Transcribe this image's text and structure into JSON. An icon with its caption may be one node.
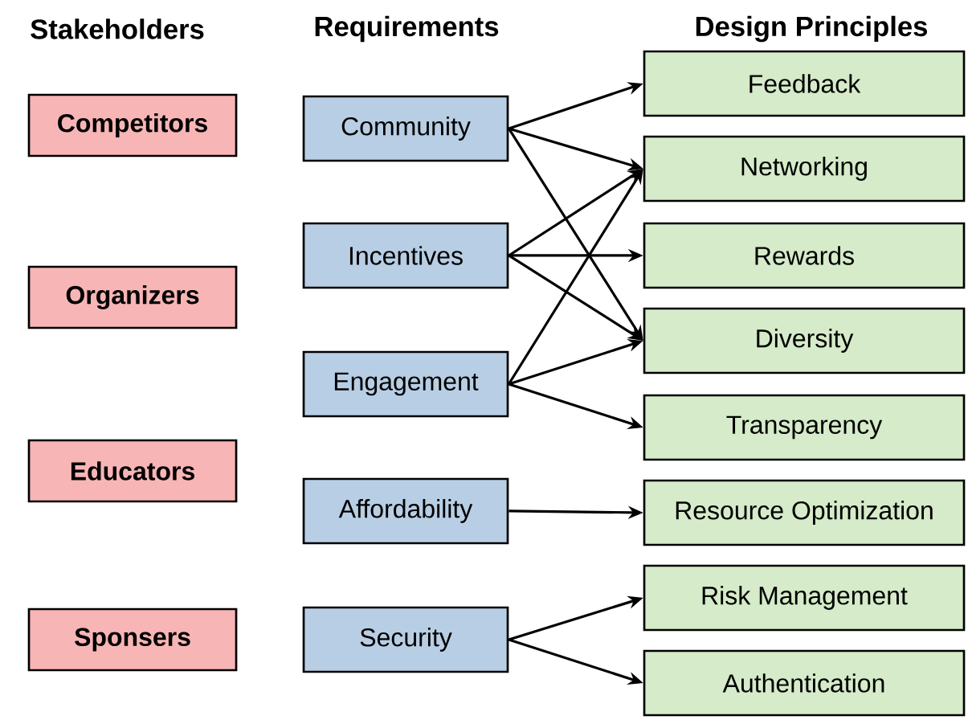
{
  "diagram": {
    "nodes": [
      {
        "text": [
          "Competitors"
        ]
      },
      {
        "text": [
          "Organizers"
        ]
      },
      {
        "text": [
          "Educators"
        ]
      },
      {
        "text": [
          "Sponsers"
        ]
      },
      {
        "text": [
          "Community"
        ]
      },
      {
        "text": [
          "Incentives"
        ]
      },
      {
        "text": [
          "Engagement"
        ]
      },
      {
        "text": [
          "Affordability"
        ]
      },
      {
        "text": [
          "Security"
        ]
      },
      {
        "text": [
          "Feedback"
        ]
      },
      {
        "text": [
          "Networking"
        ]
      },
      {
        "text": [
          "Rewards"
        ]
      },
      {
        "text": [
          "Diversity"
        ]
      },
      {
        "text": [
          "Transparency"
        ]
      },
      {
        "text": [
          "Resource Optimization"
        ]
      },
      {
        "text": [
          "Risk Management"
        ]
      },
      {
        "text": [
          "Authentication"
        ]
      }
    ],
    "edges": [
      {
        "from": 4,
        "to": 9,
        "arrow": "to"
      },
      {
        "from": 4,
        "to": 10,
        "arrow": "to"
      },
      {
        "from": 4,
        "to": 12,
        "arrow": "to"
      },
      {
        "from": 5,
        "to": 10,
        "arrow": "to"
      },
      {
        "from": 5,
        "to": 11,
        "arrow": "to"
      },
      {
        "from": 5,
        "to": 12,
        "arrow": "to"
      },
      {
        "from": 6,
        "to": 10,
        "arrow": "to"
      },
      {
        "from": 6,
        "to": 12,
        "arrow": "to"
      },
      {
        "from": 6,
        "to": 13,
        "arrow": "to"
      },
      {
        "from": 7,
        "to": 14,
        "arrow": "to"
      },
      {
        "from": 8,
        "to": 15,
        "arrow": "to"
      },
      {
        "from": 8,
        "to": 16,
        "arrow": "to"
      }
    ],
    "labels": [
      "Stakeholders",
      "Requirements",
      "Design Principles"
    ]
  }
}
